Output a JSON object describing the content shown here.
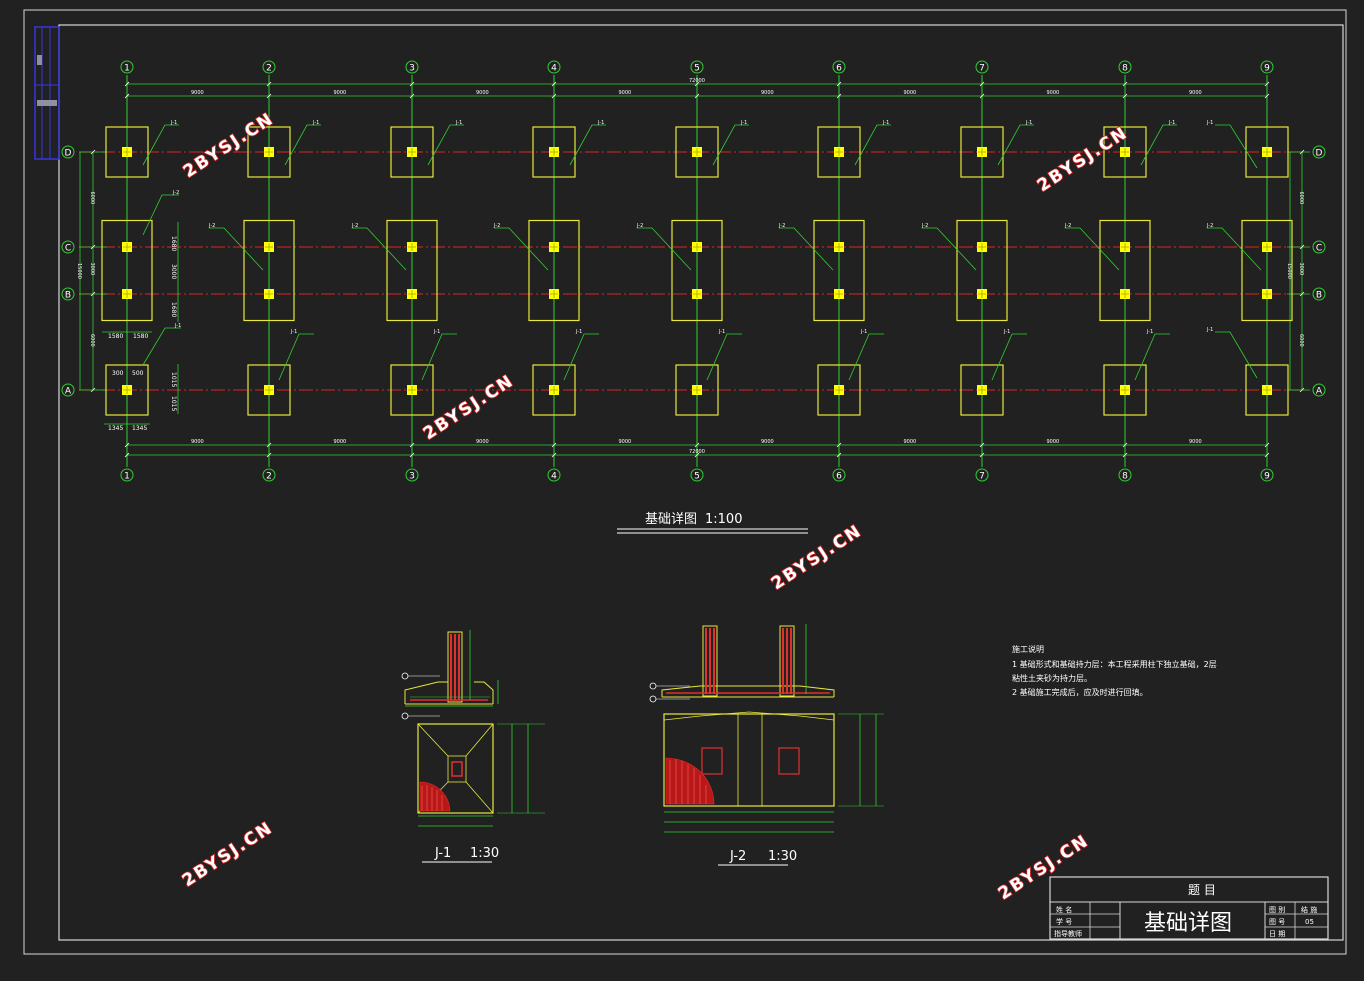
{
  "drawing": {
    "plan_title": "基础详图",
    "plan_scale": "1:100",
    "detail1_title": "J-1",
    "detail1_scale": "1:30",
    "detail2_title": "J-2",
    "detail2_scale": "1:30"
  },
  "axes": {
    "columns": [
      "1",
      "2",
      "3",
      "4",
      "5",
      "6",
      "7",
      "8",
      "9"
    ],
    "rows": [
      "D",
      "C",
      "B",
      "A"
    ],
    "bay_dims": [
      "9000",
      "9000",
      "9000",
      "9000",
      "9000",
      "9000",
      "9000",
      "9000"
    ],
    "total_dim": "72000",
    "left_row_dims": [
      "6000",
      "3000",
      "6000"
    ],
    "left_total": "15000",
    "right_row_dims": [
      "6000",
      "3000",
      "6000"
    ],
    "right_total": "15000"
  },
  "footing_tags": {
    "j1": "J-1",
    "j2": "J-2"
  },
  "footing_dims": {
    "c_b_a": "1680",
    "c_b_b": "3000",
    "c_b_c": "1680",
    "width_a": "1580",
    "width_b": "1580",
    "a_top_a": "300",
    "a_top_b": "500",
    "a_h1": "1015",
    "a_h2": "1015",
    "a_w1": "1345",
    "a_w2": "1345"
  },
  "notes": {
    "title": "施工说明",
    "line1": "1  基础形式和基础持力层：本工程采用柱下独立基础，2层",
    "line2": "粘性土夹砂为持力层。",
    "line3": "2  基础施工完成后，应及时进行回填。"
  },
  "title_block": {
    "heading": "题 目",
    "drawing_name": "基础详图",
    "left_labels": [
      "姓 名",
      "学 号",
      "指导教师"
    ],
    "right_labels": [
      "图 别",
      "图 号",
      "日 期"
    ],
    "right_values": [
      "结 施",
      "05",
      ""
    ]
  },
  "watermark": "2BYSJ.CN",
  "colors": {
    "background": "#212121",
    "grid": "#2fd12f",
    "axis_line": "#e02424",
    "footing": "#e8e83a",
    "column": "#ffff00",
    "frame": "#d8d8d8",
    "rebar": "#e03030"
  }
}
